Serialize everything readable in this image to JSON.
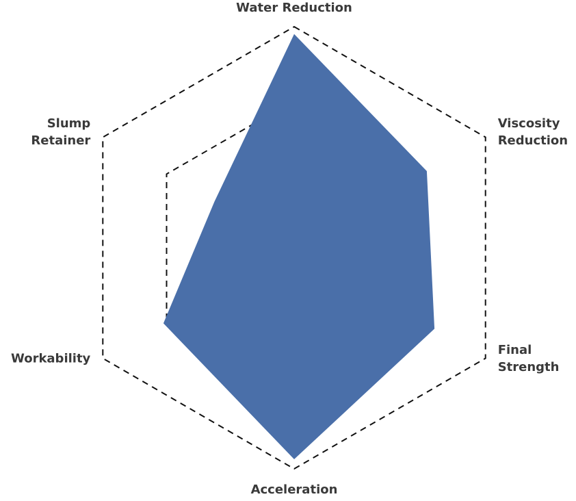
{
  "chart_data": {
    "type": "radar",
    "axes": [
      {
        "name": "Water Reduction",
        "lines": [
          "Water Reduction"
        ]
      },
      {
        "name": "Viscosity Reduction",
        "lines": [
          "Viscosity",
          "Reduction"
        ]
      },
      {
        "name": "Final Strength",
        "lines": [
          "Final",
          "Strength"
        ]
      },
      {
        "name": "Acceleration",
        "lines": [
          "Acceleration"
        ]
      },
      {
        "name": "Workability",
        "lines": [
          "Workability"
        ]
      },
      {
        "name": "Slump Retainer",
        "lines": [
          "Slump",
          "Retainer"
        ]
      }
    ],
    "rlim": [
      0,
      3
    ],
    "grid_levels": [
      1,
      2,
      3
    ],
    "series": [
      {
        "values": [
          2.9,
          2.08,
          2.2,
          2.87,
          2.05,
          1.25
        ],
        "color": "#4A6FA9"
      }
    ],
    "legend": "none"
  }
}
